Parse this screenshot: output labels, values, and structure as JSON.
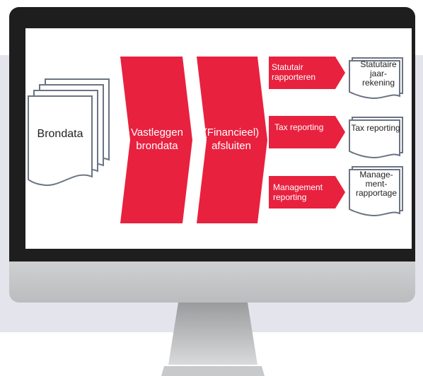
{
  "source": {
    "label": "Brondata"
  },
  "steps": [
    {
      "label": "Vastleggen brondata"
    },
    {
      "label": "(Financieel) afsluiten"
    }
  ],
  "outputs": [
    {
      "process": "Statutair rapporteren",
      "document": "Statutaire jaar-rekening"
    },
    {
      "process": "Tax reporting",
      "document": "Tax reporting"
    },
    {
      "process": "Management reporting",
      "document": "Manage-ment-rapportage"
    }
  ],
  "colors": {
    "accent": "#e8213f",
    "doc_stroke": "#6b7483",
    "screen_frame": "#1e1e1e"
  }
}
